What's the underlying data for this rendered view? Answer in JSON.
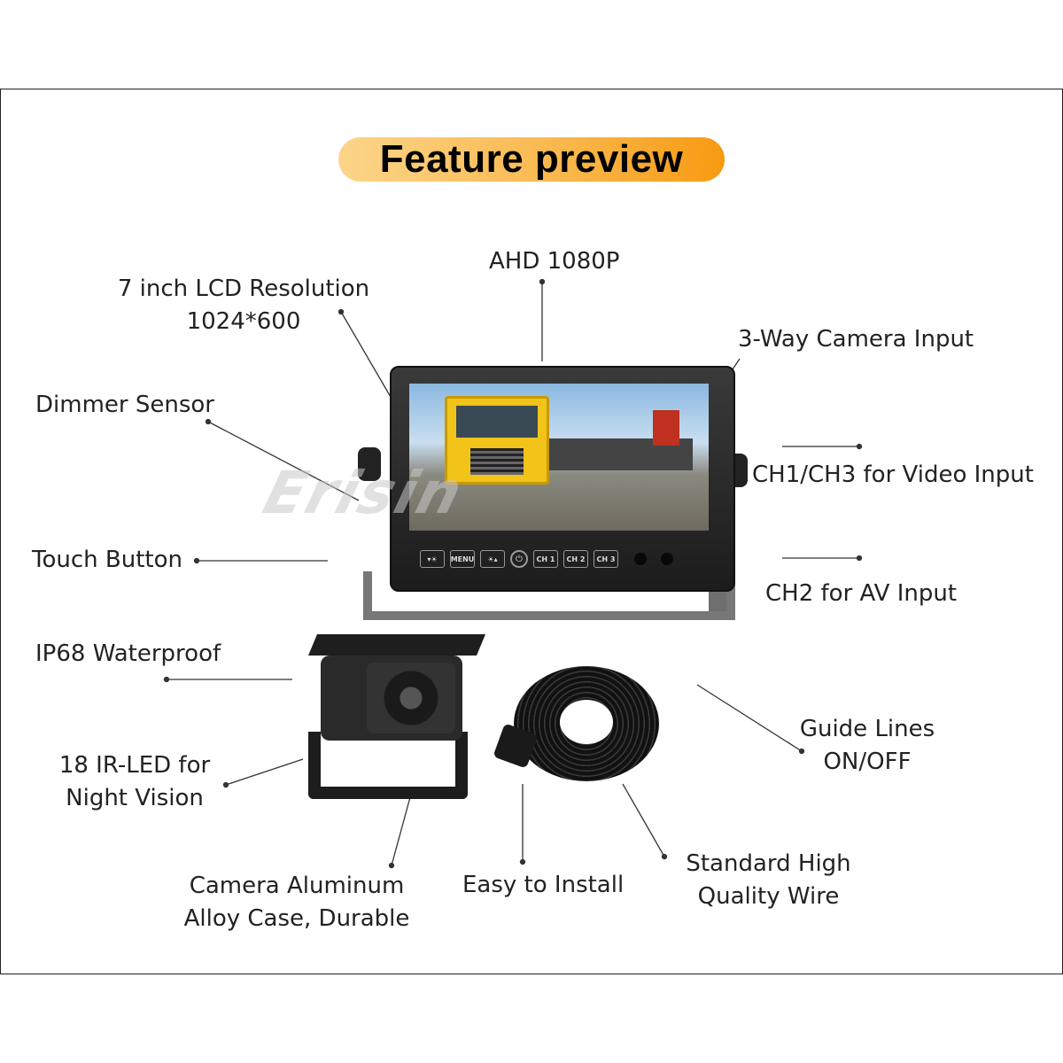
{
  "header": {
    "title": "Feature preview"
  },
  "watermark": "Erisin",
  "monitor": {
    "buttons": [
      "▾☀",
      "MENU",
      "☀▴",
      "⏻",
      "CH 1",
      "CH 2",
      "CH 3"
    ]
  },
  "labels": {
    "ahd": "AHD 1080P",
    "lcd_1": "7 inch LCD Resolution",
    "lcd_2": "1024*600",
    "three_way": "3-Way Camera Input",
    "dimmer": "Dimmer Sensor",
    "ch1_ch3": "CH1/CH3 for Video Input",
    "touch": "Touch Button",
    "ch2": "CH2 for AV Input",
    "ip68": "IP68 Waterproof",
    "irled_1": "18 IR-LED for",
    "irled_2": "Night Vision",
    "guide_1": "Guide Lines",
    "guide_2": "ON/OFF",
    "case_1": "Camera Aluminum",
    "case_2": "Alloy Case, Durable",
    "install": "Easy to Install",
    "wire_1": "Standard High",
    "wire_2": "Quality Wire"
  },
  "colors": {
    "banner_start": "#fcd58a",
    "banner_end": "#f79a10"
  }
}
